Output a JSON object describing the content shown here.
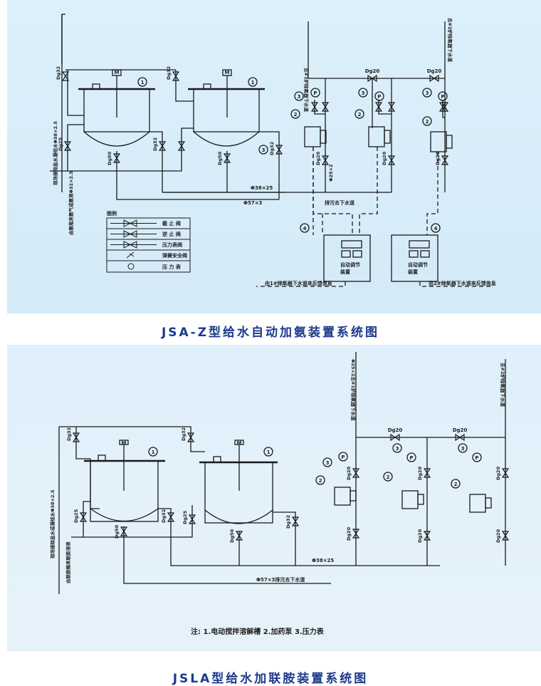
{
  "diagram1": {
    "title": "JSA-Z型给水自动加氨装置系统图",
    "inlet_labels": [
      "现场接除盐水凝结水Φ38×2.5",
      "由氨瓶来氨气或氨液Φ32×2.5"
    ],
    "outlet_labels": [
      "去#1炉除氧器下水道",
      "去#2炉除氧器下水道"
    ],
    "valve_labels": {
      "dg32": "Dg32",
      "dg25": "Dg25",
      "dg50": "Dg50",
      "dg20": "Dg20"
    },
    "pipe_labels": {
      "p38": "Φ38×25",
      "p57": "Φ57×3",
      "p25": "Φ25×2",
      "drain": "排污去下水道"
    },
    "markers": {
      "m1": "1",
      "m2": "2",
      "m3": "3",
      "m4": "4",
      "motor": "M",
      "gauge": "P"
    },
    "legend": {
      "title": "图例",
      "items": [
        "截 止 阀",
        "逆 止 阀",
        "压力表阀",
        "弹簧安全阀",
        "压 力 表"
      ]
    },
    "controllers": [
      {
        "label_line1": "自动调节",
        "label_line2": "装置",
        "feedback": "由1#除氧器下水道来反馈信息"
      },
      {
        "label_line1": "自动调节",
        "label_line2": "装置",
        "feedback": "由2#除氧器下水道来反馈信息"
      }
    ]
  },
  "diagram2": {
    "title": "JSLA型给水加联胺装置系统图",
    "inlet_labels": [
      "现场接除盐水或凝结水Φ38×2.5",
      "由联胺桶来联胺溶液"
    ],
    "outlet_labels": [
      "Φ25×2去#1炉除氧器下水道",
      "去#2炉除氧器下水道"
    ],
    "pipe_labels": {
      "p38": "Φ38×25",
      "p57": "Φ57×3排污去下水道"
    },
    "note": "注: 1.电动搅拌溶解槽  2.加药泵  3.压力表"
  },
  "colors": {
    "line": "#1a1a1a",
    "title": "#1b3a8c",
    "panel_bg": "#d6ecf8"
  }
}
